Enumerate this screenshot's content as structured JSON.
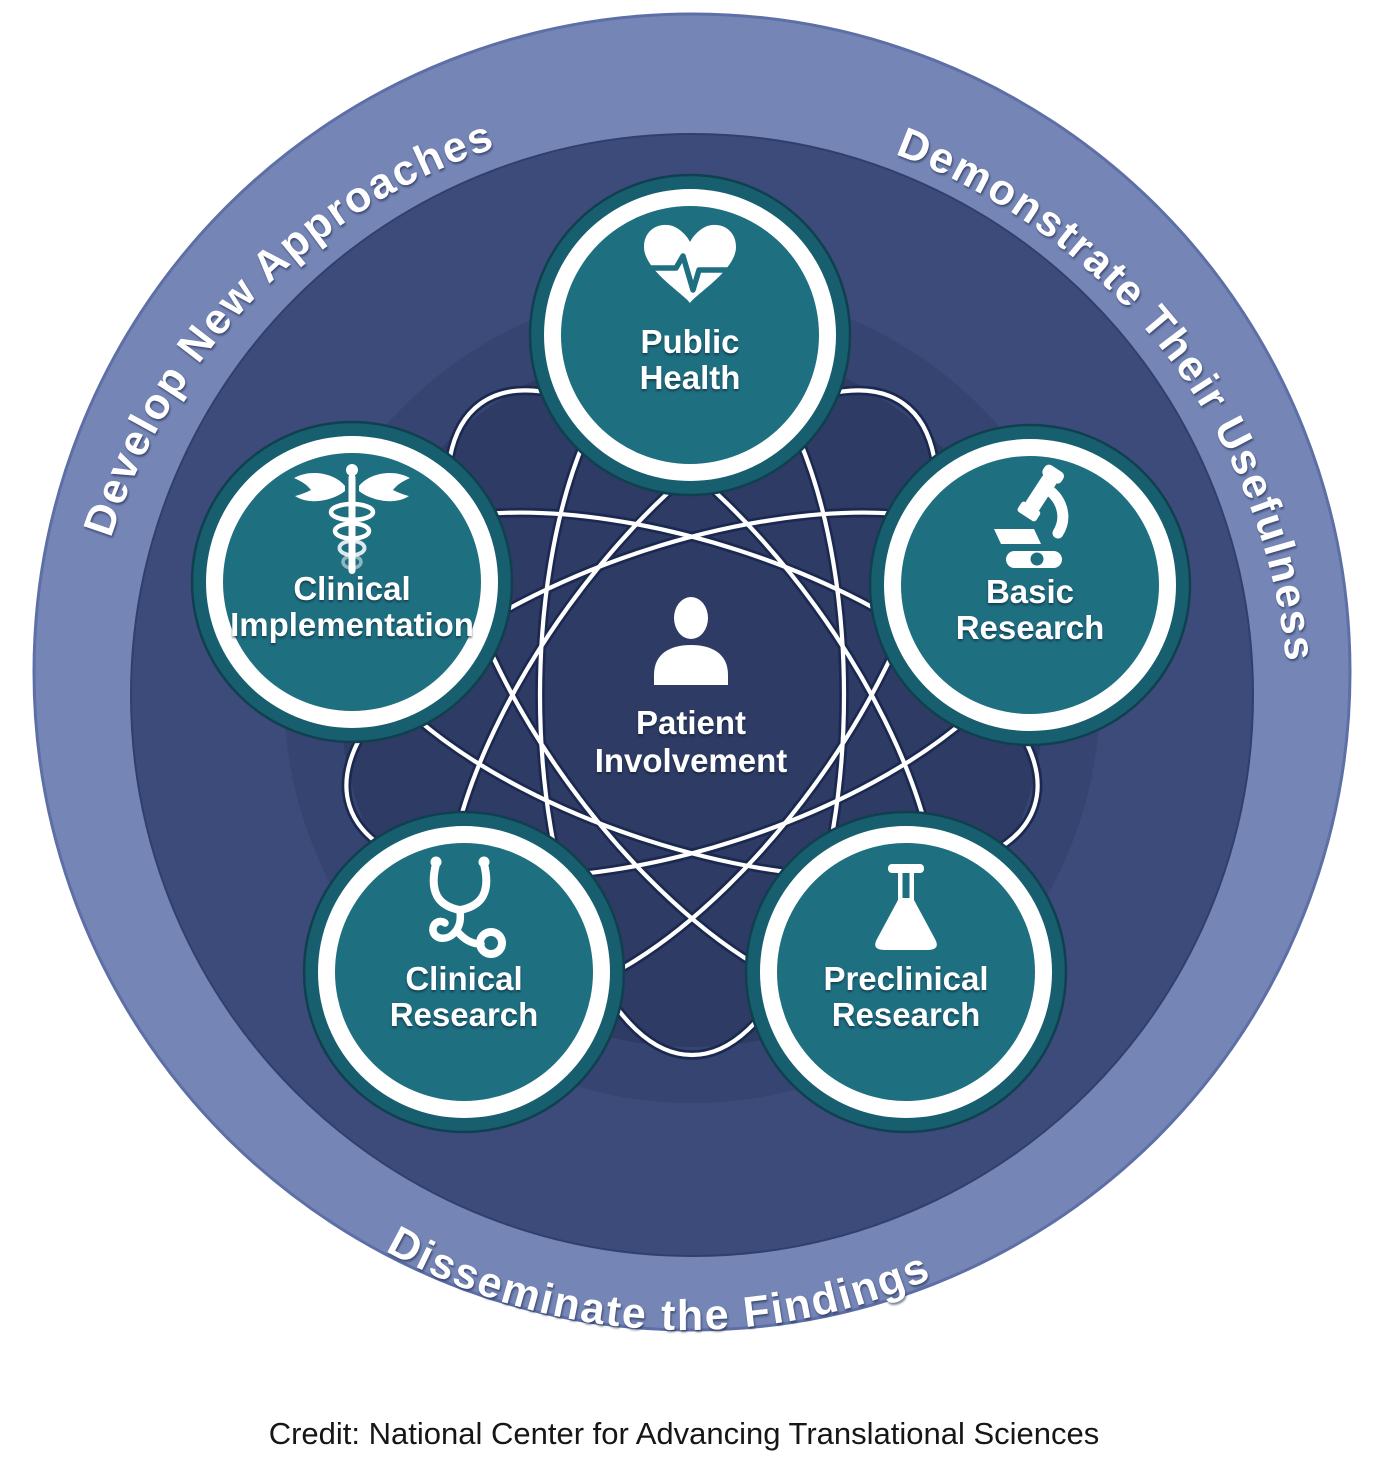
{
  "diagram": {
    "arc_labels": {
      "top_left": "Develop New Approaches",
      "top_right": "Demonstrate Their Usefulness",
      "bottom": "Disseminate the Findings"
    },
    "center_node": {
      "icon": "person-icon",
      "line1": "Patient",
      "line2": "Involvement"
    },
    "nodes": [
      {
        "id": "public-health",
        "icon": "heart-pulse-icon",
        "line1": "Public",
        "line2": "Health"
      },
      {
        "id": "clinical-implementation",
        "icon": "caduceus-icon",
        "line1": "Clinical",
        "line2": "Implementation"
      },
      {
        "id": "basic-research",
        "icon": "microscope-icon",
        "line1": "Basic",
        "line2": "Research"
      },
      {
        "id": "clinical-research",
        "icon": "stethoscope-icon",
        "line1": "Clinical",
        "line2": "Research"
      },
      {
        "id": "preclinical-research",
        "icon": "flask-icon",
        "line1": "Preclinical",
        "line2": "Research"
      }
    ],
    "credit": "Credit: National Center for Advancing Translational Sciences",
    "colors": {
      "outer_ring": "#7586B6",
      "outer_ring_edge": "#5D6FA6",
      "ring_2": "#3D4B7A",
      "ring_3": "#364471",
      "center_circle": "#2E3B64",
      "node_fill": "#1E6F80",
      "node_border": "#175E6E",
      "orbit_outline": "#1B2950",
      "text_white": "#FFFFFF",
      "credit_text": "#161616"
    }
  }
}
